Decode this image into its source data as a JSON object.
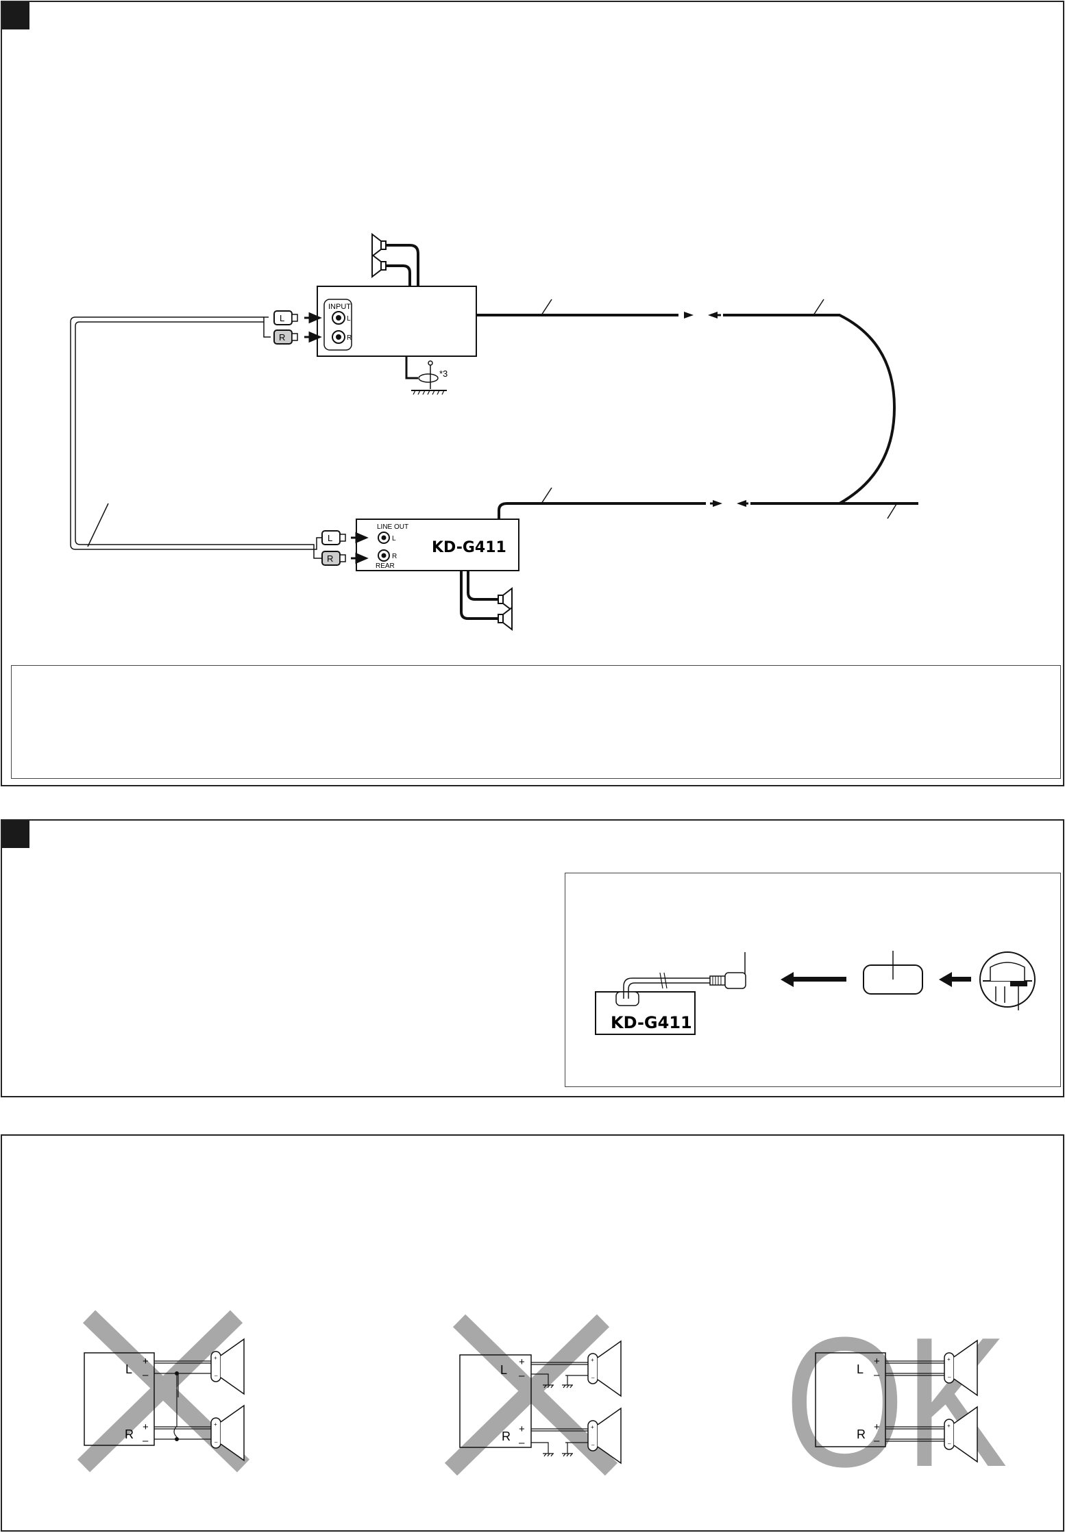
{
  "section1": {
    "amp": {
      "input_label": "INPUT",
      "ch_l": "L",
      "ch_r": "R",
      "ground_note": "*3"
    },
    "rca_plug_l": "L",
    "rca_plug_r": "R",
    "head_unit": {
      "model": "KD-G411",
      "line_out": "LINE  OUT",
      "ch_l": "L",
      "ch_r": "R",
      "rear": "REAR"
    }
  },
  "section2": {
    "head_unit_model": "KD-G411"
  },
  "section3": {
    "diagram_1": {
      "ch_l": "L",
      "ch_r": "R",
      "plus": "+",
      "minus": "–",
      "mark": "cross"
    },
    "diagram_2": {
      "ch_l": "L",
      "ch_r": "R",
      "plus": "+",
      "minus": "–",
      "mark": "cross"
    },
    "diagram_3": {
      "ch_l": "L",
      "ch_r": "R",
      "plus": "+",
      "minus": "–",
      "mark": "OK"
    }
  },
  "colors": {
    "line": "#111111",
    "mark_gray": "#a8a8a8",
    "tab": "#1a1a1a"
  }
}
